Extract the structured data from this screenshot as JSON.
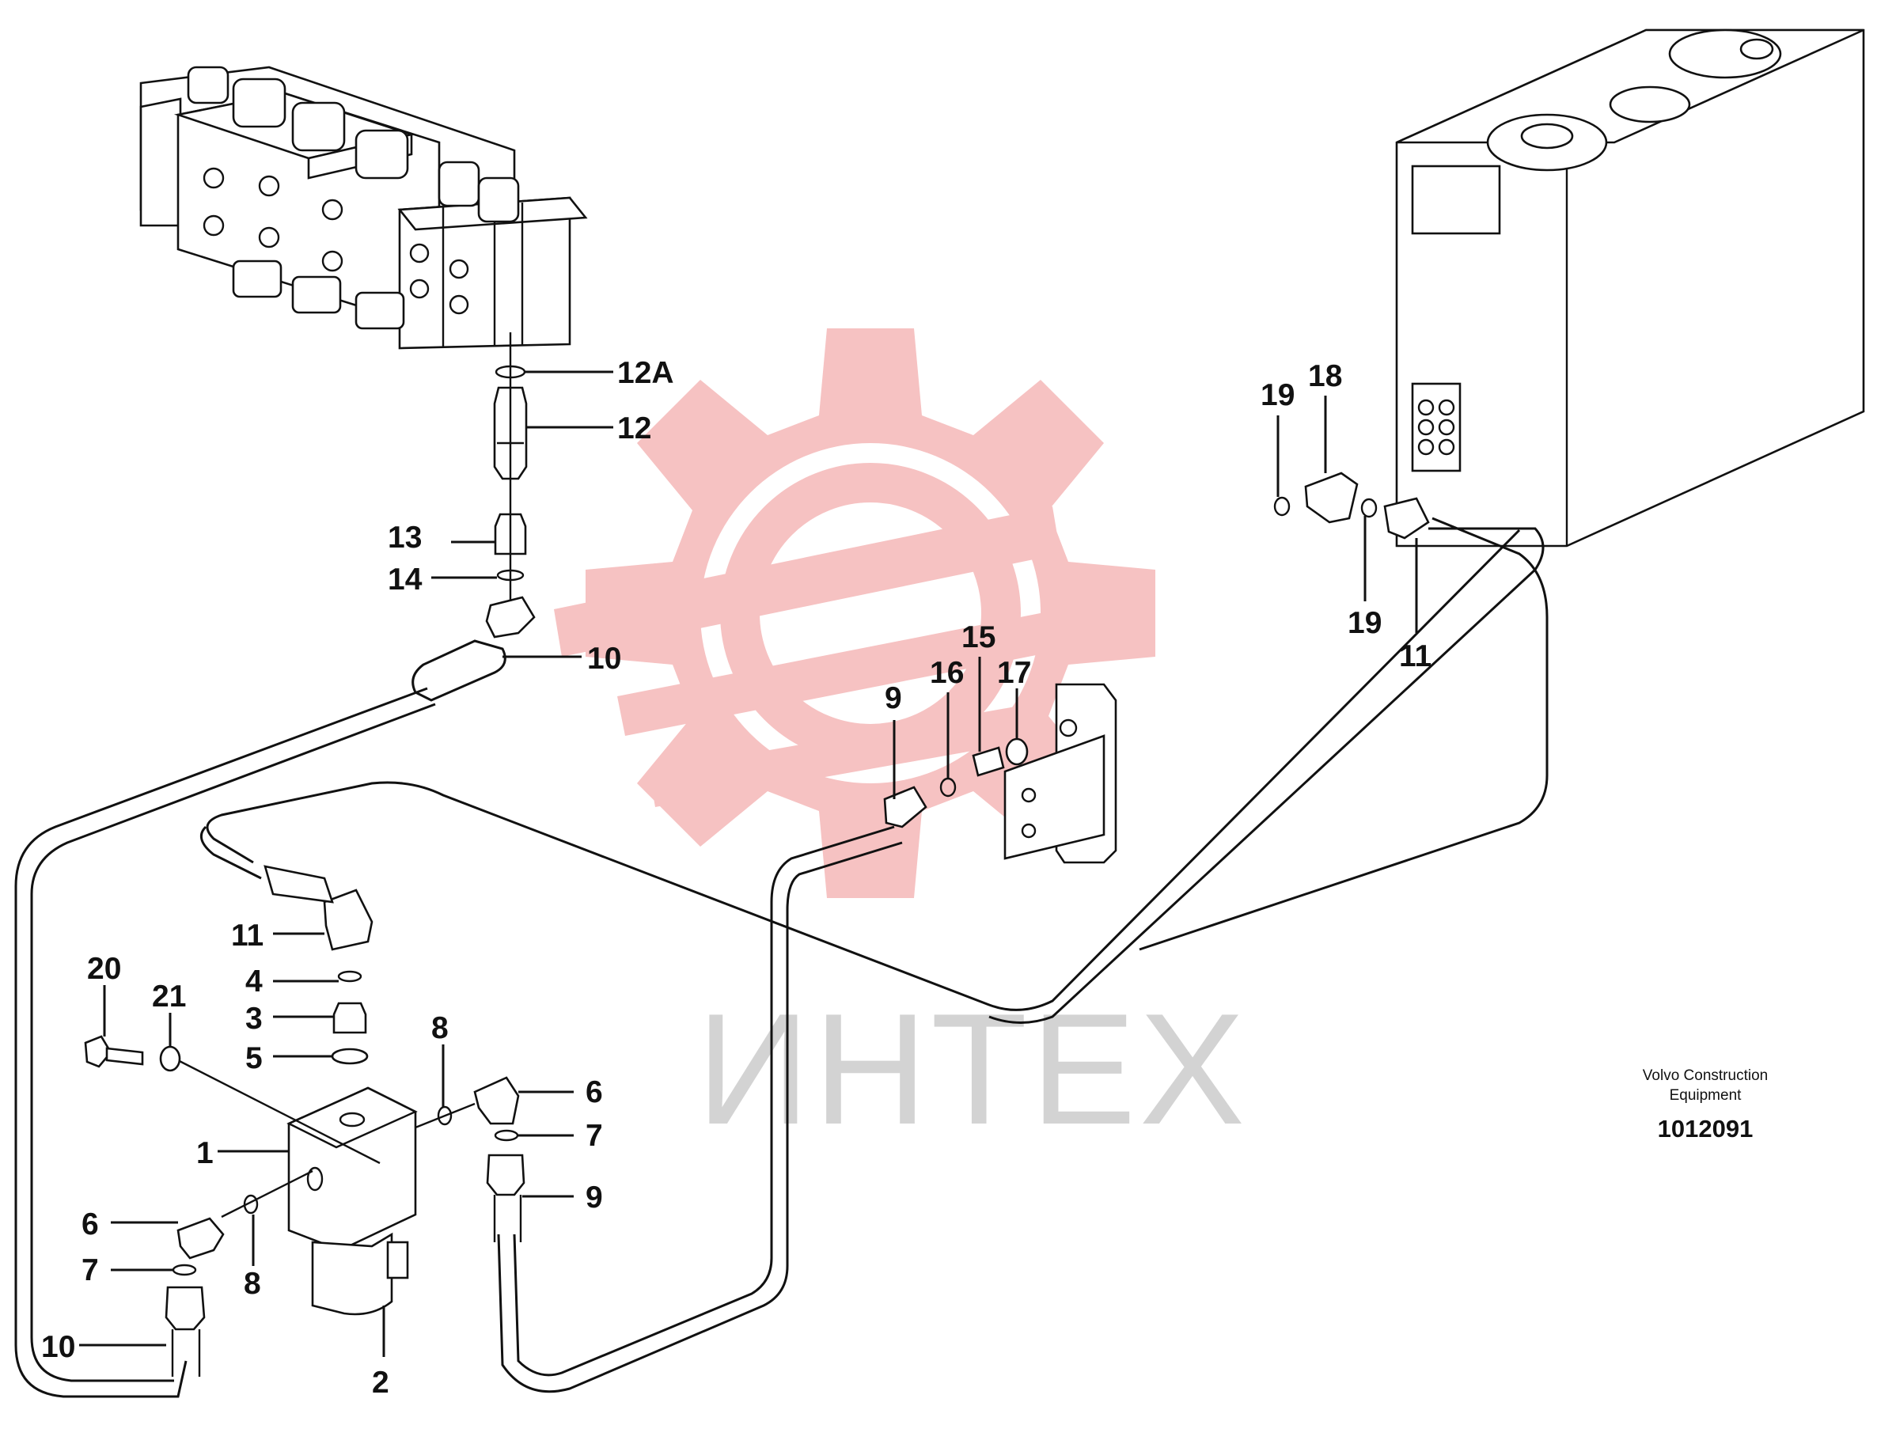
{
  "diagram": {
    "caption": {
      "maker_line1": "Volvo Construction",
      "maker_line2": "Equipment",
      "drawing_number": "1012091"
    },
    "watermark": {
      "text": "ИНТЕХ",
      "color": "#f6c2c2"
    },
    "callouts": {
      "c12a": "12A",
      "c12": "12",
      "c13": "13",
      "c14": "14",
      "c10a": "10",
      "c10b": "10",
      "c9a": "9",
      "c9b": "9",
      "c16": "16",
      "c15": "15",
      "c17": "17",
      "c19a": "19",
      "c19b": "19",
      "c18": "18",
      "c11a": "11",
      "c11b": "11",
      "c20": "20",
      "c21": "21",
      "c4": "4",
      "c3": "3",
      "c5": "5",
      "c1": "1",
      "c2": "2",
      "c6a": "6",
      "c6b": "6",
      "c7a": "7",
      "c7b": "7",
      "c8a": "8",
      "c8b": "8"
    }
  }
}
